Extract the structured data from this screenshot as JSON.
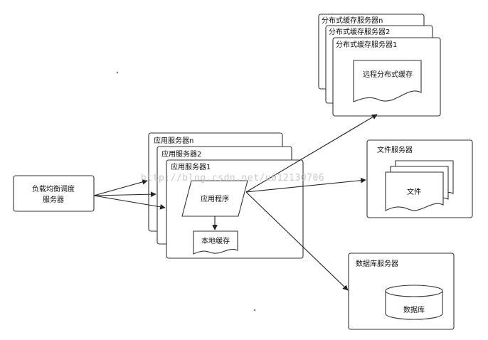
{
  "load_balancer": {
    "line1": "负载均衡调度",
    "line2": "服务器"
  },
  "app_servers": {
    "back": "应用服务器n",
    "middle": "应用服务器2",
    "front": "应用服务器1",
    "app_program": "应用程序",
    "local_cache": "本地缓存"
  },
  "distributed_cache": {
    "back": "分布式缓存服务器n",
    "middle": "分布式缓存服务器2",
    "front": "分布式缓存服务器1",
    "remote_cache": "远程分布式缓存"
  },
  "file_server": {
    "title": "文件服务器",
    "file": "文件"
  },
  "database_server": {
    "title": "数据库服务器",
    "db": "数据库"
  },
  "watermark": "http://blog.csdn.net/u012130706",
  "colors": {
    "stroke": "#333333",
    "background": "#ffffff",
    "watermark": "#c8c8c8"
  }
}
